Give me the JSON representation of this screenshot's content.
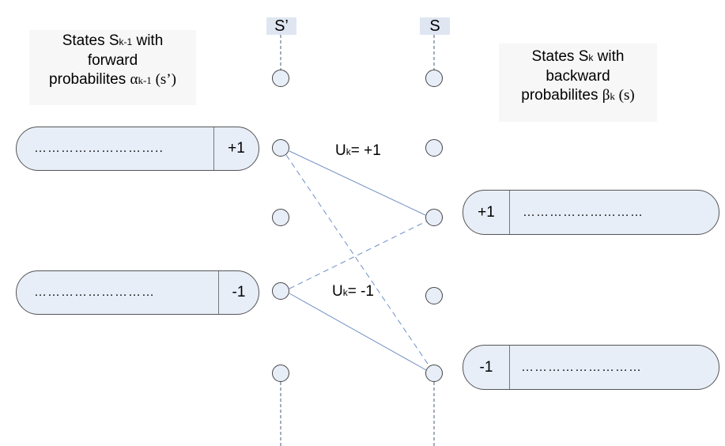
{
  "left_label": {
    "line1_prefix": "States S",
    "line1_sub": "k-1",
    "line1_suffix": " with",
    "line2": "forward",
    "line3_prefix": "probabilites ",
    "line3_greek": "α",
    "line3_sub": "k-1",
    "line3_arg": " (s’)"
  },
  "right_label": {
    "line1_prefix": "States S",
    "line1_sub": "k",
    "line1_suffix": " with",
    "line2": "backward",
    "line3_prefix": "probabilites ",
    "line3_greek": "β",
    "line3_sub": "k",
    "line3_arg": " (s)"
  },
  "columns": {
    "prev": "S’",
    "next": "S"
  },
  "left_states": [
    {
      "value": "+1",
      "dots": "……………………….."
    },
    {
      "value": "-1",
      "dots": "………………………"
    }
  ],
  "right_states": [
    {
      "value": "+1",
      "dots": "………………………"
    },
    {
      "value": "-1",
      "dots": "………………………"
    }
  ],
  "transitions": {
    "plus": {
      "prefix": "U",
      "sub": "k",
      "suffix": "= +1"
    },
    "minus": {
      "prefix": "U",
      "sub": "k",
      "suffix": "= -1"
    }
  },
  "colors": {
    "node_fill": "#e8eef8",
    "edge": "#6f8fc4",
    "box_fill": "#e8eef8",
    "header_fill": "#dfe6f2"
  }
}
